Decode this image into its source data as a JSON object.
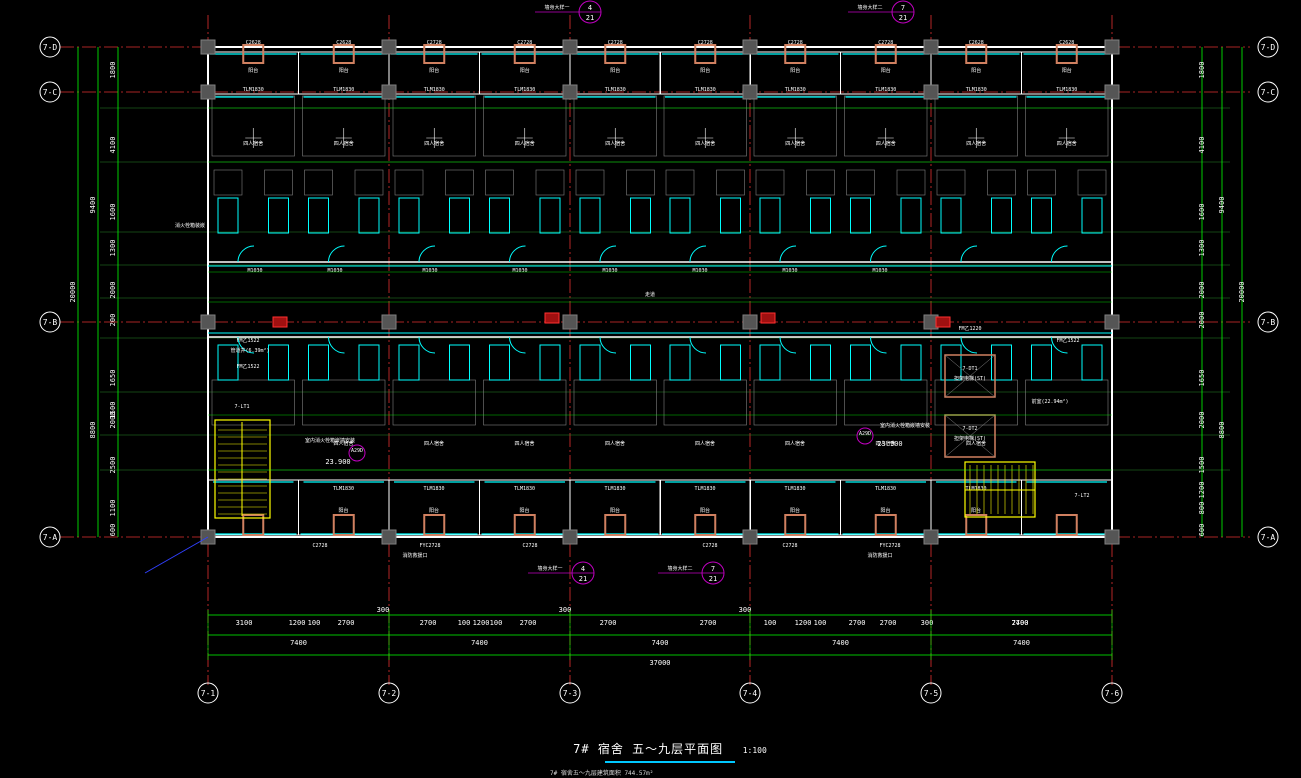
{
  "drawing": {
    "title": "7# 宿舍 五～九层平面图",
    "scale": "1:100",
    "area_note": "7# 宿舍五～九层建筑面积 744.57m²"
  },
  "grid_columns": [
    "7-1",
    "7-2",
    "7-3",
    "7-4",
    "7-5",
    "7-6"
  ],
  "grid_rows": [
    "7-D",
    "7-C",
    "7-B",
    "7-A"
  ],
  "bay_dims": [
    "7400",
    "7400",
    "7400",
    "7400",
    "7400"
  ],
  "total_length": "37000",
  "sub_dims": [
    "3100",
    "1200",
    "100",
    "2700",
    "300",
    "2700",
    "100",
    "1200",
    "100",
    "2700",
    "2700",
    "300",
    "2700",
    "100",
    "1200",
    "100",
    "2700",
    "2700",
    "300",
    "2700",
    "7400"
  ],
  "left_dims": {
    "total": "20000",
    "upper": "9400",
    "lower": "8800",
    "parts": [
      "1800",
      "4100",
      "1600",
      "1300",
      "2000",
      "200",
      "1650",
      "1500",
      "2000",
      "2500",
      "1100",
      "600"
    ],
    "small": [
      "600",
      "1200",
      "1800",
      "1200",
      "900",
      "800"
    ]
  },
  "right_dims": {
    "total": "20000",
    "upper": "9400",
    "lower": "8800",
    "parts": [
      "1800",
      "4100",
      "1600",
      "2000",
      "1300",
      "2000",
      "1650",
      "2000",
      "1500",
      "1200",
      "800",
      "600"
    ],
    "small": [
      "1200",
      "600",
      "500",
      "200",
      "300"
    ]
  },
  "windows_top": [
    "C2628",
    "C2628",
    "C2728",
    "C2728",
    "C2728",
    "C2728",
    "C2728",
    "C2728",
    "C2628",
    "C2628"
  ],
  "windows_bottom": [
    "C2728",
    "FYC2728",
    "C2728",
    "C2728",
    "C2728",
    "FYC2728"
  ],
  "door_labels": [
    "TLM1830",
    "TLM1830",
    "TLM1830",
    "TLM1830",
    "TLM1830",
    "TLM1830",
    "TLM1830",
    "TLM1830",
    "TLM1830",
    "TLM1830"
  ],
  "corridor_doors": [
    "M1030",
    "M1030",
    "M1030",
    "M1030",
    "M1030",
    "M1030"
  ],
  "room_labels": [
    "四人宿舍",
    "四人宿舍",
    "四人宿舍",
    "四人宿舍",
    "四人宿舍",
    "四人宿舍",
    "四人宿舍",
    "四人宿舍",
    "四人宿舍",
    "四人宿舍"
  ],
  "balcony_label": "阳台",
  "fire_doors": [
    "FM乙1522",
    "FM乙1522",
    "FM乙1522",
    "FM乙1220"
  ],
  "stairs": [
    "7-LT1",
    "7-LT2"
  ],
  "elevators": [
    "7-DT1",
    "7-DT2"
  ],
  "elevator_note": "担架电梯(ST)",
  "notes": {
    "socket_box": "消火栓箱装嵌",
    "shaft_left": "管道井(6.39m²)",
    "shaft_right": "前室(22.94m²)",
    "fire_window_left": "消防救援口",
    "fire_window_right": "消防救援口",
    "fire_hydrant_note": "室内消火栓箱嵌墙安装",
    "corridor_note": "走道"
  },
  "elevations": [
    "23.900",
    "23.900"
  ],
  "detail_refs": [
    {
      "id": "4",
      "sheet": "21",
      "label": "墙身大样一"
    },
    {
      "id": "7",
      "sheet": "21",
      "label": "墙身大样二"
    },
    {
      "id": "4",
      "sheet": "21",
      "label": "墙身大样一"
    },
    {
      "id": "7",
      "sheet": "21",
      "label": "墙身大样二"
    }
  ],
  "section_refs": [
    "A29D",
    "A29D"
  ],
  "dims_300": "300",
  "colors": {
    "background": "#000000",
    "grid_axis": "#e03030",
    "wall": "#ffffff",
    "window": "#00ffff",
    "dim_line": "#00ff00",
    "hatch": "#808080",
    "stair": "#ffff00",
    "detail": "#c000c0",
    "column": "#d08060"
  }
}
